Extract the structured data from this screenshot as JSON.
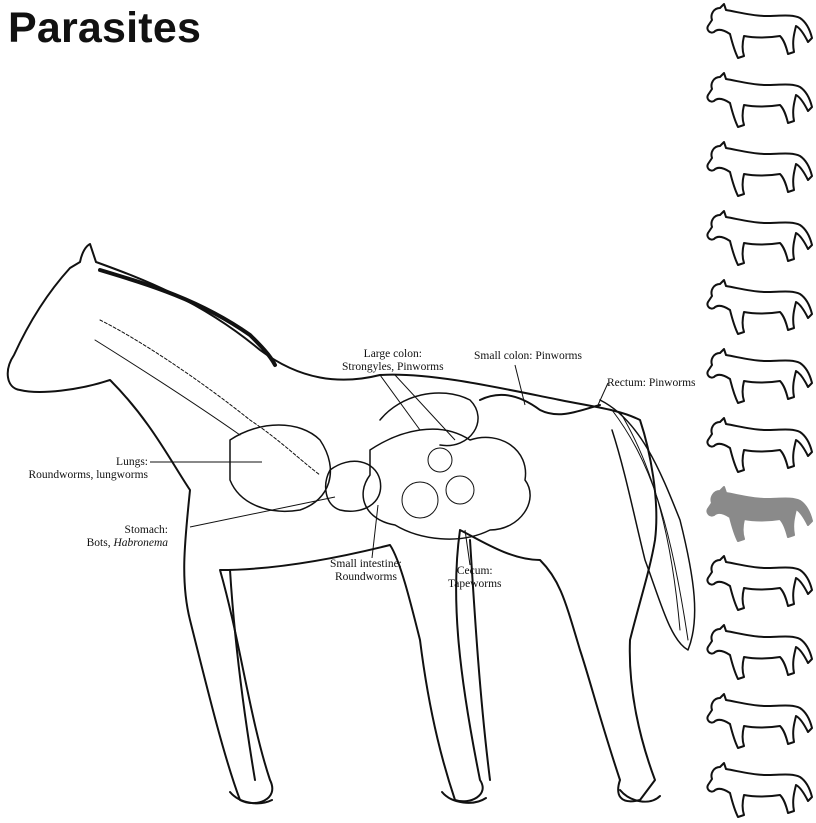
{
  "title": "Parasites",
  "labels": {
    "large_colon": {
      "line1": "Large colon:",
      "line2": "Strongyles, Pinworms"
    },
    "small_colon": {
      "line1": "Small colon: Pinworms"
    },
    "rectum": {
      "line1": "Rectum: Pinworms"
    },
    "lungs": {
      "line1": "Lungs:",
      "line2": "Roundworms, lungworms"
    },
    "stomach": {
      "line1": "Stomach:",
      "line2": "Bots, ",
      "line2_italic": "Habronema"
    },
    "small_intestine": {
      "line1": "Small intestine:",
      "line2": "Roundworms"
    },
    "cecum": {
      "line1": "Cecum:",
      "line2": "Tapeworms"
    }
  },
  "navigation": {
    "thumbnail_count": 12,
    "selected_index": 7,
    "selected_color": "#8a8a8a"
  },
  "colors": {
    "ink": "#111111",
    "background": "#ffffff"
  }
}
